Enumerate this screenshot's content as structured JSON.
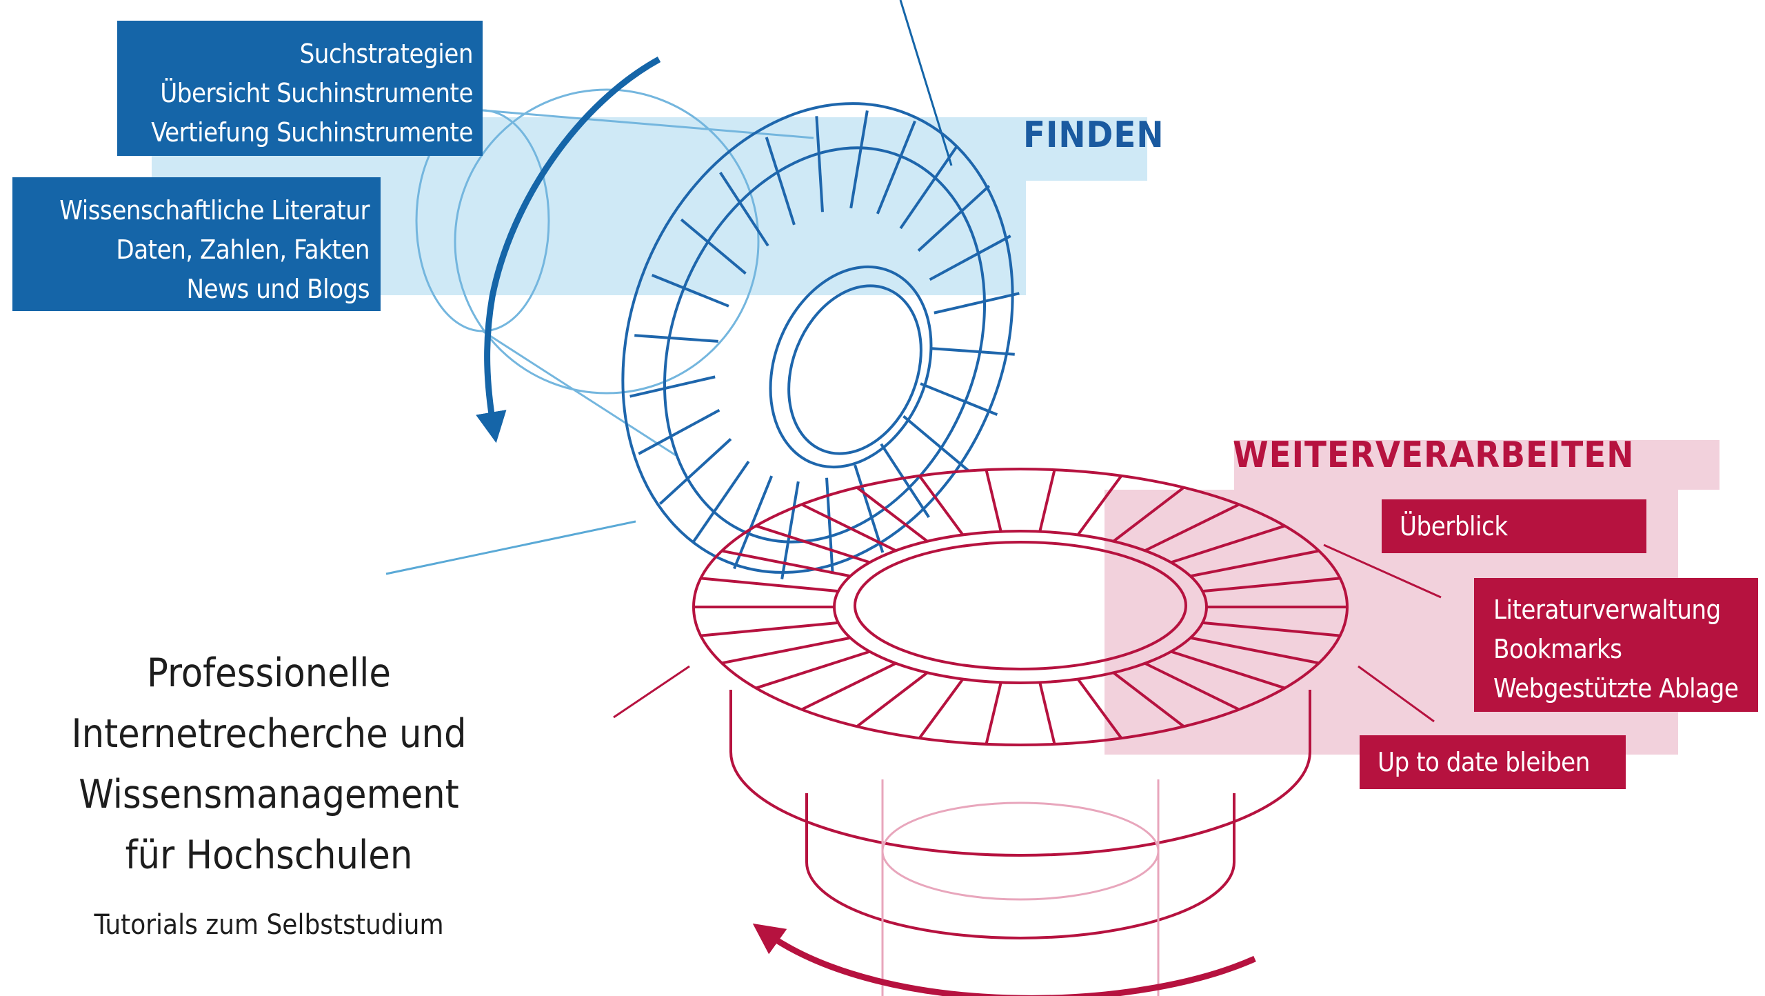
{
  "colors": {
    "blue": "#1565a8",
    "light_blue": "#cfe9f6",
    "red": "#b6123f",
    "light_pink": "#f2d1dc"
  },
  "finden": {
    "heading": "FINDEN",
    "strategies": [
      "Suchstrategien",
      "Übersicht Suchinstrumente",
      "Vertiefung Suchinstrumente"
    ],
    "sources": [
      "Wissenschaftliche Literatur",
      "Daten, Zahlen, Fakten",
      "News und Blogs"
    ]
  },
  "weiterverarbeiten": {
    "heading": "WEITERVERARBEITEN",
    "ueberblick": "Überblick",
    "tools": [
      "Literaturverwaltung",
      "Bookmarks",
      "Webgestützte Ablage"
    ],
    "uptodate": "Up to date bleiben"
  },
  "title": {
    "lines": [
      "Professionelle",
      "Internetrecherche und",
      "Wissensmanagement",
      "für Hochschulen"
    ],
    "subtitle": "Tutorials zum Selbststudium"
  },
  "icons": {
    "blue_gear": "bevel-gear-icon",
    "red_gear": "bevel-gear-icon",
    "blue_arrow": "rotation-arrow-icon",
    "red_arrow": "rotation-arrow-icon"
  }
}
